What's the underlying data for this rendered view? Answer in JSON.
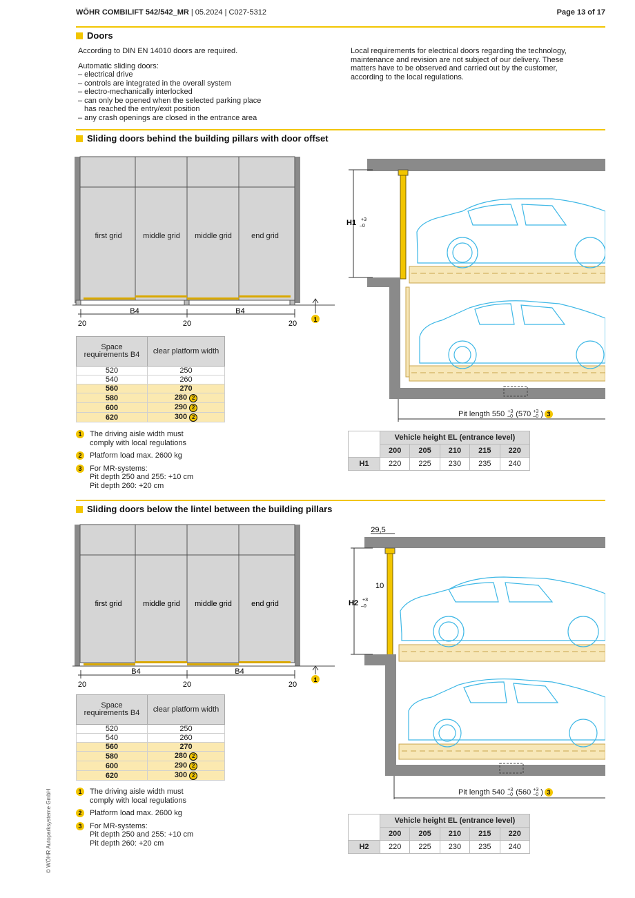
{
  "header": {
    "product": "WÖHR COMBILIFT 542/542_MR",
    "meta": " | 05.2024 | C027-5312",
    "page": "Page 13 of 17"
  },
  "doors": {
    "title": "Doors",
    "din": "According to DIN EN 14010 doors are required.",
    "auto_lines": [
      "Automatic sliding doors:",
      "– electrical drive",
      "– controls are integrated in the overall system",
      "– electro-mechanically interlocked",
      "– can only be opened when the selected parking place",
      "  has reached the entry/exit position",
      "– any crash openings are closed in the entrance area"
    ],
    "local": "Local requirements for electrical doors regarding the technology, maintenance and revision are not subject of our delivery. These matters have to be observed and carried out by the customer, according to the local regulations."
  },
  "section1": {
    "title": "Sliding doors behind the building pillars with door offset",
    "grids": [
      "first grid",
      "middle grid",
      "middle grid",
      "end grid"
    ],
    "dims": {
      "b4": "B4",
      "w20": "20"
    },
    "h_label": "H1",
    "tol": {
      "plus": "+3",
      "minus": "–0"
    },
    "pit": {
      "prefix": "Pit length 550",
      "paren": "(570",
      "close": ")",
      "badge": "3"
    },
    "vh_table": {
      "caption": "Vehicle height EL (entrance level)",
      "heights": [
        "200",
        "205",
        "210",
        "215",
        "220"
      ],
      "row_label": "H1",
      "values": [
        "220",
        "225",
        "230",
        "235",
        "240"
      ]
    }
  },
  "section2": {
    "title": "Sliding doors below the lintel between the building pillars",
    "grids": [
      "first grid",
      "middle grid",
      "middle grid",
      "end grid"
    ],
    "dims": {
      "b4": "B4",
      "w20": "20",
      "lintel": "29,5",
      "ten": "10"
    },
    "h_label": "H2",
    "tol": {
      "plus": "+3",
      "minus": "–0"
    },
    "pit": {
      "prefix": "Pit length 540",
      "paren": "(560",
      "close": ")",
      "badge": "3"
    },
    "vh_table": {
      "caption": "Vehicle height EL (entrance level)",
      "heights": [
        "200",
        "205",
        "210",
        "215",
        "220"
      ],
      "row_label": "H2",
      "values": [
        "220",
        "225",
        "230",
        "235",
        "240"
      ]
    }
  },
  "space_table": {
    "head": [
      "Space requirements B4",
      "clear platform width"
    ],
    "rows": [
      {
        "b4": "520",
        "w": "250",
        "badge": ""
      },
      {
        "b4": "540",
        "w": "260",
        "badge": ""
      },
      {
        "b4": "560",
        "w": "270",
        "badge": ""
      },
      {
        "b4": "580",
        "w": "280",
        "badge": "2"
      },
      {
        "b4": "600",
        "w": "290",
        "badge": "2"
      },
      {
        "b4": "620",
        "w": "300",
        "badge": "2"
      }
    ]
  },
  "notes": [
    {
      "n": "1",
      "text": [
        "The driving aisle width must",
        "comply with local regulations"
      ]
    },
    {
      "n": "2",
      "text": [
        "Platform load max. 2600 kg"
      ]
    },
    {
      "n": "3",
      "text": [
        "For MR-systems:",
        "Pit depth 250 and 255: +10 cm",
        "Pit depth 260: +20 cm"
      ]
    }
  ],
  "marker1": "1",
  "copyright": "© WÖHR Autoparksysteme GmbH",
  "colors": {
    "accent": "#f2c500",
    "car": "#3fb8e6",
    "platform": "#f7e7b8",
    "wall": "#7a7a7a"
  }
}
